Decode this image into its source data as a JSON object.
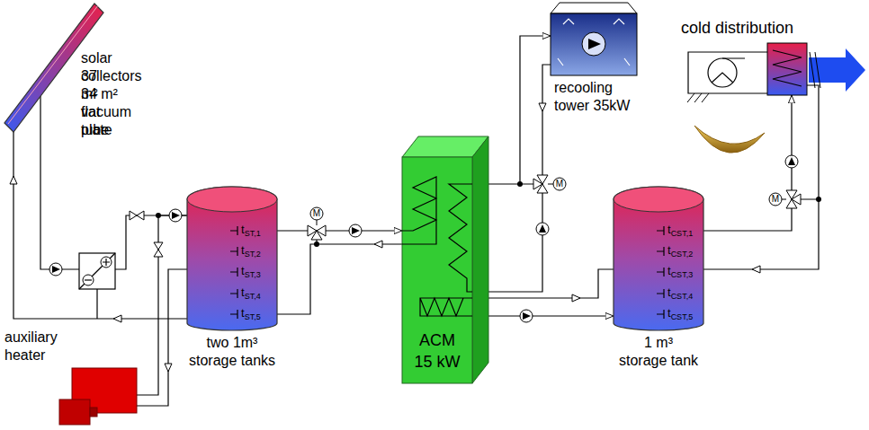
{
  "diagram": {
    "nodes": [
      {
        "text": [
          "solar collectors",
          "37 m² flat plate",
          "34 m² vacuum tube"
        ]
      },
      {
        "text": [
          "two 1m³ storage tanks"
        ]
      },
      {
        "text": [
          "auxiliary heater"
        ]
      },
      {
        "text": [
          "ACM",
          "15 kW"
        ]
      },
      {
        "text": [
          "recooling tower 35kW"
        ]
      },
      {
        "text": [
          "1 m³ storage tank"
        ]
      },
      {
        "text": [
          "cold distribution"
        ]
      }
    ],
    "edges": [
      {
        "from": 0,
        "to": 1,
        "arrow": "none"
      },
      {
        "from": 2,
        "to": 1,
        "arrow": "none"
      },
      {
        "from": 1,
        "to": 3,
        "arrow": "to"
      },
      {
        "from": 3,
        "to": 4,
        "arrow": "to"
      },
      {
        "from": 3,
        "to": 5,
        "arrow": "to"
      },
      {
        "from": 5,
        "to": 6,
        "arrow": "to"
      }
    ],
    "labels": [
      "tST,1",
      "tST,2",
      "tST,3",
      "tST,4",
      "tST,5",
      "tCST,1",
      "tCST,2",
      "tCST,3",
      "tCST,4",
      "tCST,5",
      "M",
      "M",
      "M"
    ]
  }
}
